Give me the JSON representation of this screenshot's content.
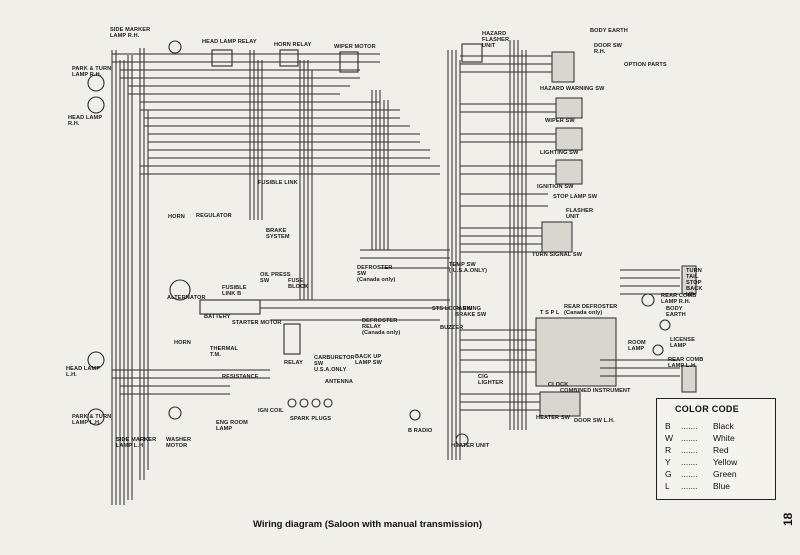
{
  "caption": "Wiring diagram (Saloon with manual transmission)",
  "page_number": "18",
  "labels": {
    "side_marker_rh": "SIDE MARKER\nLAMP R.H.",
    "park_turn_rh": "PARK & TURN\nLAMP R.H.",
    "head_lamp_rh": "HEAD LAMP\nR.H.",
    "head_lamp_relay": "HEAD LAMP RELAY",
    "horn_relay": "HORN RELAY",
    "wiper_motor": "WIPER MOTOR",
    "hazard_flasher": "HAZARD\nFLASHER\nUNIT",
    "body_earth_top": "BODY EARTH",
    "door_sw_rh": "DOOR SW\nR.H.",
    "option_parts": "OPTION PARTS",
    "hazard_warning_sw": "HAZARD WARNING SW",
    "wiper_sw": "WIPER SW",
    "lighting_sw": "LIGHTING SW",
    "ignition_sw": "IGNITION SW",
    "stop_lamp_sw": "STOP LAMP SW",
    "flasher_unit": "FLASHER\nUNIT",
    "fusible_link": "FUSIBLE LINK",
    "horn": "HORN",
    "regulator": "REGULATOR",
    "brake_system": "BRAKE\nSYSTEM",
    "oil_press_sw": "OIL PRESS\nSW",
    "fuse_block": "FUSE\nBLOCK",
    "defroster_sw": "DEFROSTER\nSW\n(Canada only)",
    "temp_sw": "TEMP SW\n( U.S.A.ONLY)",
    "turn_signal_sw": "TURN SIGNAL SW",
    "turn_tail_stop_rh": "TURN\nTAIL\nSTOP\nBACK\nUP",
    "rear_comb_lamp_rh": "REAR COMB\nLAMP R.H.",
    "alternator": "ALTERNATOR",
    "fusible_link_b": "FUSIBLE\nLINK B",
    "battery": "BATTERY",
    "starter_motor": "STARTER MOTOR",
    "defroster_relay": "DEFROSTER\nRELAY\n(Canada only)",
    "sts_lock_sw": "STS LOCK SW",
    "parking_brake_sw": "PARKING\nBRAKE SW",
    "buzzer": "BUZZER",
    "tspl": "T S P L",
    "rear_defroster": "REAR DEFROSTER\n(Canada only)",
    "body_earth_right": "BODY\nEARTH",
    "license_lamp": "LICENSE\nLAMP",
    "room_lamp": "ROOM\nLAMP",
    "rear_comb_lamp_lh": "REAR COMB\nLAMP L.H.",
    "horn_lower": "HORN",
    "thermal_tm": "THERMAL\nT.M.",
    "relay": "RELAY",
    "carburetor_sw": "CARBURETOR\nSW\nU.S.A.ONLY",
    "back_up_lamp_sw": "BACK UP\nLAMP SW",
    "antenna": "ANTENNA",
    "cig_lighter": "CIG\nLIGHTER",
    "clock": "CLOCK",
    "combined_instrument": "COMBINED INSTRUMENT",
    "head_lamp_lh": "HEAD LAMP\nL.H.",
    "resistance": "RESISTANCE",
    "ign_coil": "IGN COIL",
    "spark_plugs": "SPARK PLUGS",
    "eng_room_lamp": "ENG ROOM\nLAMP",
    "park_turn_lh": "PARK & TURN\nLAMP L.H.",
    "side_marker_lh": "SIDE MARKER\nLAMP L.H.",
    "washer_motor": "WASHER\nMOTOR",
    "radio": "B RADIO",
    "heater_unit": "HEATER UNIT",
    "heater_sw": "HEATER SW",
    "door_sw_lh": "DOOR SW L.H."
  },
  "color_code": {
    "title": "COLOR CODE",
    "entries": [
      {
        "code": "B",
        "name": "Black"
      },
      {
        "code": "W",
        "name": "White"
      },
      {
        "code": "R",
        "name": "Red"
      },
      {
        "code": "Y",
        "name": "Yellow"
      },
      {
        "code": "G",
        "name": "Green"
      },
      {
        "code": "L",
        "name": "Blue"
      }
    ]
  }
}
